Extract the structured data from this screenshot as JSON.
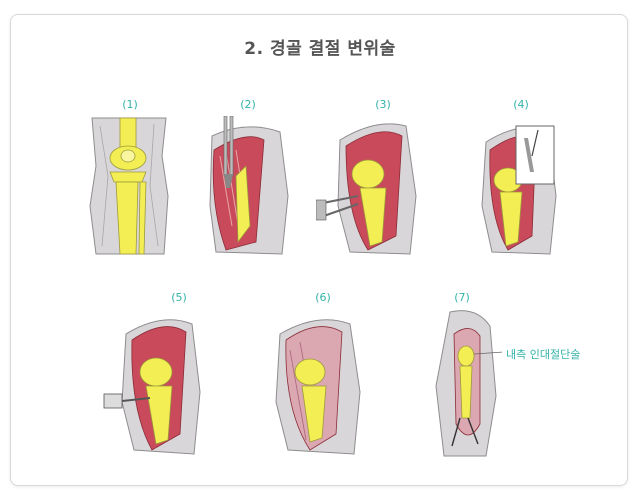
{
  "title": "2. 경골 결절 변위술",
  "steps": [
    {
      "label": "(1)"
    },
    {
      "label": "(2)"
    },
    {
      "label": "(3)"
    },
    {
      "label": "(4)"
    },
    {
      "label": "(5)"
    },
    {
      "label": "(6)"
    },
    {
      "label": "(7)"
    }
  ],
  "callout": {
    "label": "내측 인대절단술"
  },
  "colors": {
    "label_teal": "#34b3a8",
    "bone_yellow": "#f4ee55",
    "muscle_red": "#c94a5a",
    "skin_gray": "#8e8c8e"
  }
}
